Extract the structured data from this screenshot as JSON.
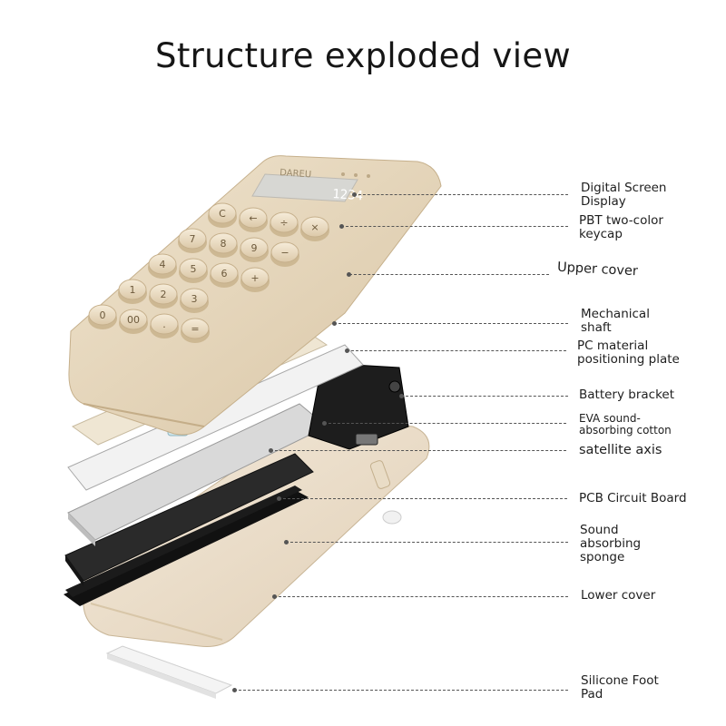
{
  "title": "Structure exploded view",
  "brand": "DAREU",
  "screen_readout": "1234",
  "keycap_legends": [
    "C",
    "←",
    "÷",
    "×",
    "7",
    "8",
    "9",
    "−",
    "4",
    "5",
    "6",
    "+",
    "1",
    "2",
    "3",
    "0",
    "00",
    ".",
    "="
  ],
  "labels": [
    {
      "id": "digital-screen",
      "text": "Digital Screen\nDisplay"
    },
    {
      "id": "pbt-keycap",
      "text": "PBT two-color\nkeycap"
    },
    {
      "id": "upper-cover",
      "text": "Upper cover"
    },
    {
      "id": "mechanical-shaft",
      "text": "Mechanical\nshaft"
    },
    {
      "id": "pc-plate",
      "text": "PC material\npositioning plate"
    },
    {
      "id": "battery-bracket",
      "text": "Battery bracket"
    },
    {
      "id": "eva-cotton",
      "text": "EVA sound-\nabsorbing cotton"
    },
    {
      "id": "satellite-axis",
      "text": "satellite axis"
    },
    {
      "id": "pcb-board",
      "text": "PCB Circuit Board"
    },
    {
      "id": "sound-sponge",
      "text": "Sound\nabsorbing\nsponge"
    },
    {
      "id": "lower-cover",
      "text": "Lower cover"
    },
    {
      "id": "silicone-foot",
      "text": "Silicone Foot\nPad"
    }
  ],
  "colors": {
    "shell": "#e6d6bd",
    "keycap": "#efe2cb",
    "plate": "#e8e8e8",
    "pcb": "#2a2a2a",
    "sponge": "#1b1b1b",
    "leader": "#555555"
  }
}
